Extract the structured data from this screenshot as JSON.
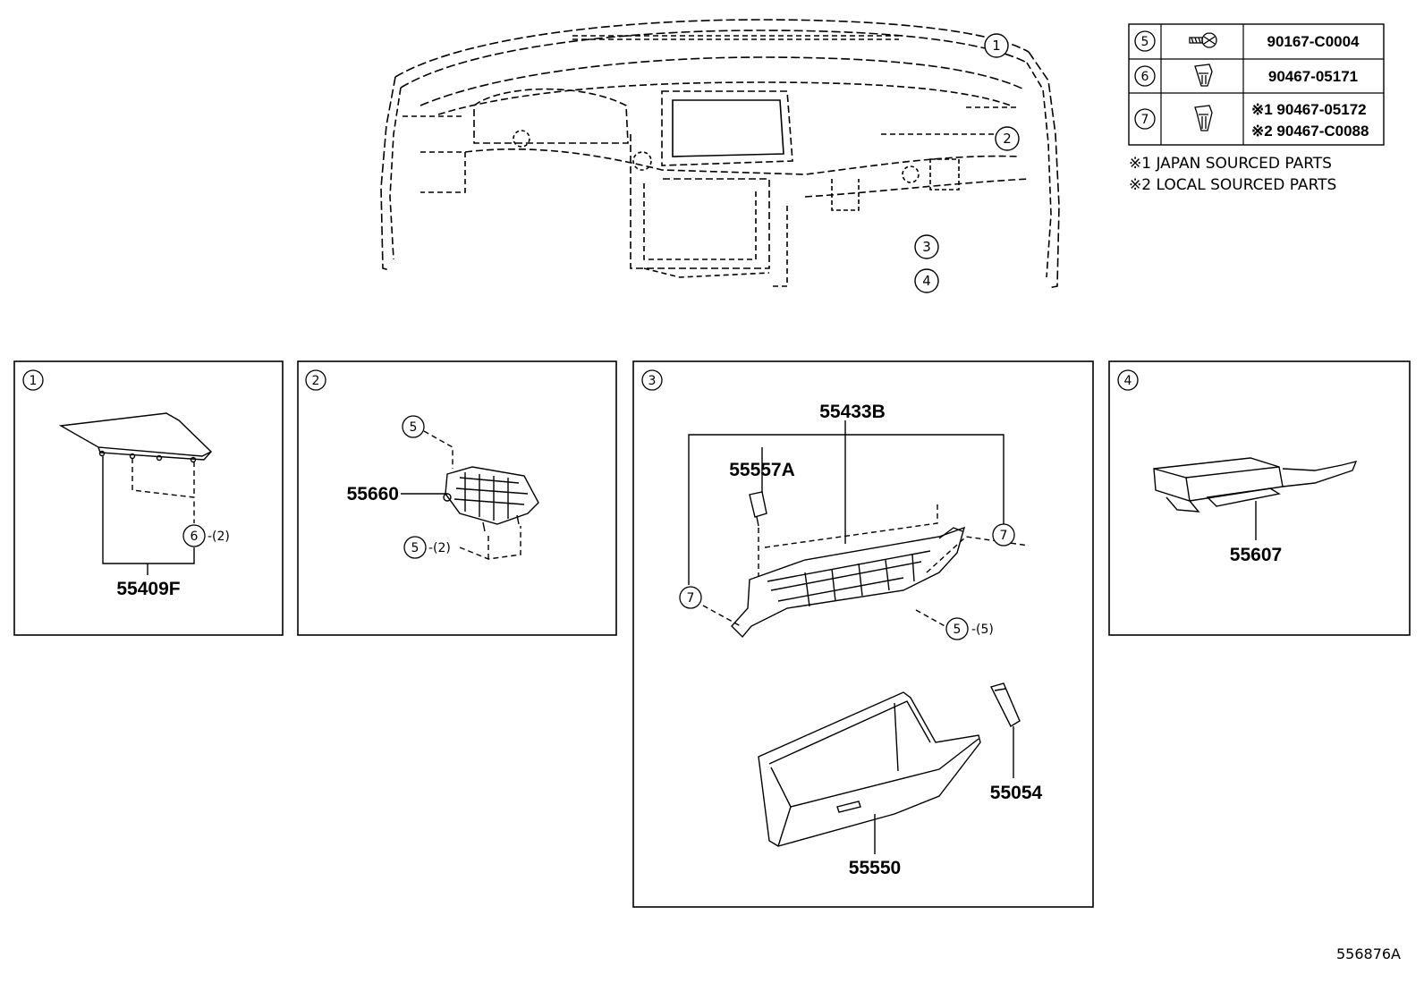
{
  "callouts": {
    "c1": "1",
    "c2": "2",
    "c3": "3",
    "c4": "4",
    "c5": "5",
    "c6": "6",
    "c7": "7"
  },
  "fastener_table": {
    "rows": [
      {
        "ref": "5",
        "parts": [
          "90167-C0004"
        ],
        "icon": "bolt-icon"
      },
      {
        "ref": "6",
        "parts": [
          "90467-05171"
        ],
        "icon": "clip-icon"
      },
      {
        "ref": "7",
        "parts": [
          "※1 90467-05172",
          "※2 90467-C0088"
        ],
        "icon": "clip-icon"
      }
    ],
    "notes": [
      "※1 JAPAN SOURCED PARTS",
      "※2 LOCAL SOURCED PARTS"
    ]
  },
  "panel1": {
    "part": "55409F",
    "qty": "-(2)"
  },
  "panel2": {
    "part": "55660",
    "qty": "-(2)"
  },
  "panel3": {
    "part_a": "55433B",
    "part_b": "55557A",
    "part_c": "55054",
    "part_d": "55550",
    "qty": "-(5)"
  },
  "panel4": {
    "part": "55607"
  },
  "diagram_id": "556876A"
}
